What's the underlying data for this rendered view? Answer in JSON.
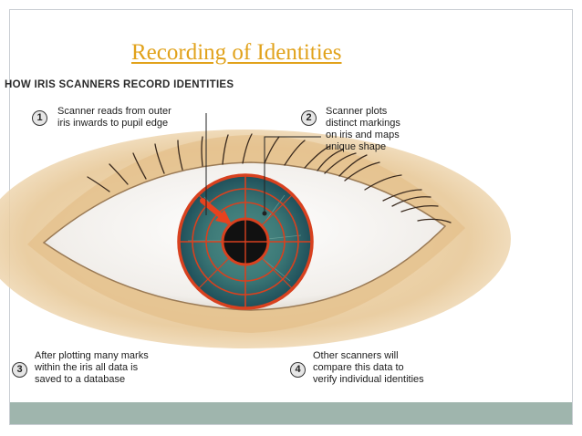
{
  "slide": {
    "title": "Recording of Identities"
  },
  "diagram": {
    "heading": "HOW IRIS SCANNERS RECORD IDENTITIES",
    "steps": [
      {
        "number": "1",
        "text": "Scanner reads from outer\niris inwards to pupil edge"
      },
      {
        "number": "2",
        "text": "Scanner plots\ndistinct markings\non iris and maps\nunique shape"
      },
      {
        "number": "3",
        "text": "After plotting many marks\nwithin the iris all data is\nsaved to a database"
      },
      {
        "number": "4",
        "text": "Other scanners will\ncompare this data to\nverify individual identities"
      }
    ]
  },
  "colors": {
    "title": "#e1a21b",
    "skin": "#e8cc9c",
    "iris": "#2f6b6f",
    "grid": "#d8411f",
    "bar": "#9fb5ad"
  }
}
